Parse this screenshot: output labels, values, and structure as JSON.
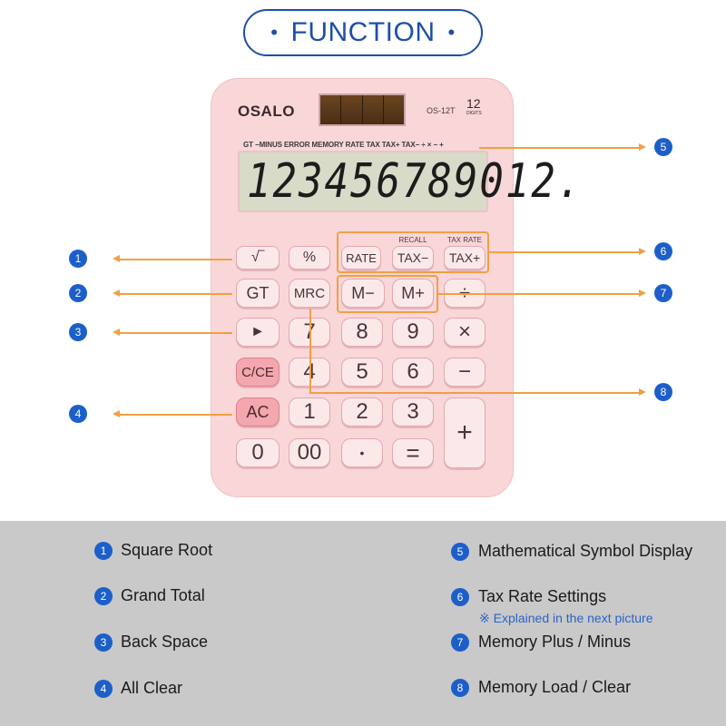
{
  "title": "FUNCTION",
  "title_dot": "•",
  "calculator": {
    "brand": "OSALO",
    "model": "OS-12T",
    "digits_count": "12",
    "digits_label": "DIGITS",
    "display_indicators": "GT −MINUS ERROR MEMORY RATE TAX TAX+ TAX− ÷ × − +",
    "display_number": "123456789012."
  },
  "keys": {
    "sqrt": "√‾",
    "percent": "%",
    "rate": "RATE",
    "tax_minus": "TAX−",
    "tax_plus": "TAX+",
    "recall_caption": "RECALL",
    "tax_rate_caption": "TAX RATE",
    "gt": "GT",
    "mrc": "MRC",
    "m_minus": "M−",
    "m_plus": "M+",
    "divide": "÷",
    "backspace": "►",
    "seven": "7",
    "eight": "8",
    "nine": "9",
    "multiply": "×",
    "cce": "C/CE",
    "four": "4",
    "five": "5",
    "six": "6",
    "minus": "−",
    "ac": "AC",
    "one": "1",
    "two": "2",
    "three": "3",
    "plus": "+",
    "zero": "0",
    "double_zero": "00",
    "dot": "•",
    "equals": "="
  },
  "badges": [
    "1",
    "2",
    "3",
    "4",
    "5",
    "6",
    "7",
    "8"
  ],
  "legend": {
    "items": [
      {
        "number": "1",
        "label": "Square Root"
      },
      {
        "number": "2",
        "label": "Grand Total"
      },
      {
        "number": "3",
        "label": "Back Space"
      },
      {
        "number": "4",
        "label": "All Clear"
      },
      {
        "number": "5",
        "label": "Mathematical Symbol Display"
      },
      {
        "number": "6",
        "label": "Tax Rate Settings"
      },
      {
        "number": "7",
        "label": "Memory Plus / Minus"
      },
      {
        "number": "8",
        "label": "Memory Load / Clear"
      }
    ],
    "note": "※ Explained in the next picture"
  },
  "colors": {
    "accent_blue": "#1d5fc9",
    "leader_orange": "#f0a044",
    "calculator_pink": "#f9d6d8",
    "legend_gray": "#c9c9c9"
  }
}
